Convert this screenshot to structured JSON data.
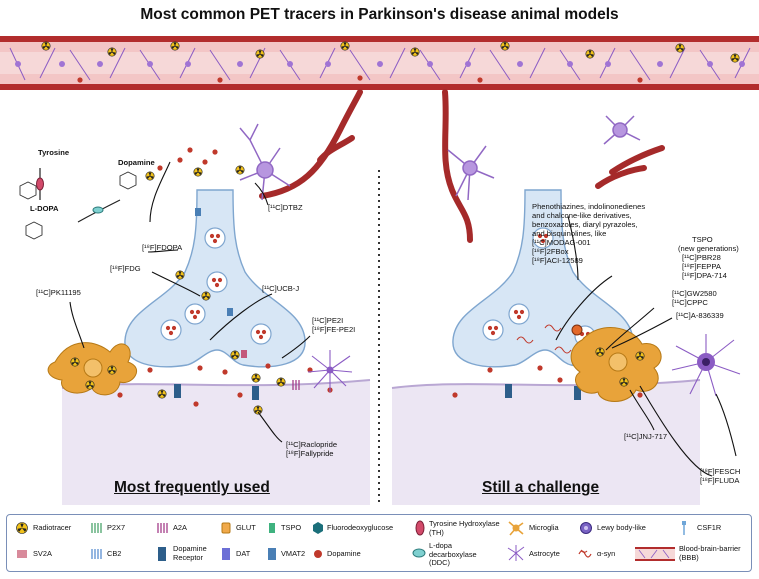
{
  "title": "Most common PET tracers in Parkinson's disease animal models",
  "left_panel": {
    "caption": "Most frequently used",
    "chemistry": {
      "tyrosine": "Tyrosine",
      "ldopa": "L-DOPA",
      "dopamine": "Dopamine"
    },
    "tracers": {
      "fdopa": "[¹⁸F]FDOPA",
      "fdg": "[¹⁸F]FDG",
      "dtbz": "[¹¹C]DTBZ",
      "ucbj": "[¹¹C]UCB-J",
      "pk11195": "[¹¹C]PK11195",
      "pe2i_1": "[¹¹C]PE2I",
      "pe2i_2": "[¹⁸F]FE-PE2I",
      "raclo_1": "[¹¹C]Raclopride",
      "raclo_2": "[¹⁸F]Fallypride"
    }
  },
  "right_panel": {
    "caption": "Still a challenge",
    "asyn_text": [
      "Phenothiazines, indolinonedienes",
      "and chalcone-like derivatives,",
      "benzoxazoles, diaryl pyrazoles,",
      "and bisquinolines, like",
      "[¹¹C]MODAG-001",
      "[¹⁸F]2FBox",
      "[¹⁸F]ACI-12589"
    ],
    "tspo": [
      "TSPO",
      "(new generations)",
      "[¹¹C]PBR28",
      "[¹⁸F]FEPPA",
      "[¹⁸F]DPA-714"
    ],
    "p2x7": [
      "[¹¹C]GW2580",
      "[¹¹C]CPPC"
    ],
    "a836339": "[¹¹C]A-836339",
    "jnj": "[¹¹C]JNJ-717",
    "fesch": [
      "[¹⁸F]FESCH",
      "[¹⁸F]FLUDA"
    ]
  },
  "legend": {
    "items": [
      {
        "label": "Radiotracer",
        "icon": "radiation-icon"
      },
      {
        "label": "P2X7",
        "icon": "p2x7-receptor-icon"
      },
      {
        "label": "A2A",
        "icon": "a2a-receptor-icon"
      },
      {
        "label": "GLUT",
        "icon": "glut-icon"
      },
      {
        "label": "TSPO",
        "icon": "tspo-icon"
      },
      {
        "label": "Fluorodeoxyglucose",
        "icon": "fdg-icon"
      },
      {
        "label": "Tyrosine Hydroxylase (TH)",
        "icon": "th-enzyme-icon"
      },
      {
        "label": "Microglia",
        "icon": "microglia-icon"
      },
      {
        "label": "Lewy body-like",
        "icon": "lewy-body-icon"
      },
      {
        "label": "CSF1R",
        "icon": "csf1r-icon"
      },
      {
        "label": "SV2A",
        "icon": "sv2a-icon"
      },
      {
        "label": "CB2",
        "icon": "cb2-icon"
      },
      {
        "label": "Dopamine Receptor",
        "icon": "dopamine-receptor-icon"
      },
      {
        "label": "DAT",
        "icon": "dat-icon"
      },
      {
        "label": "VMAT2",
        "icon": "vmat2-icon"
      },
      {
        "label": "Dopamine",
        "icon": "dopamine-dot-icon"
      },
      {
        "label": "L-dopa decarboxylase (DDC)",
        "icon": "ddc-enzyme-icon"
      },
      {
        "label": "Astrocyte",
        "icon": "astrocyte-icon"
      },
      {
        "label": "α-syn",
        "icon": "alpha-synuclein-icon"
      },
      {
        "label": "Blood-brain-barrier (BBB)",
        "icon": "bbb-icon"
      }
    ]
  },
  "colors": {
    "neuron": "#d7e6f5",
    "neuron_stroke": "#7fa6cf",
    "vessel": "#b22d2d",
    "dopamine": "#c0392b",
    "radiotracer": "#f2c21b",
    "microglia": "#e8a33a",
    "astrocyte": "#8b5cc4",
    "postsynaptic": "#ece6f3"
  }
}
